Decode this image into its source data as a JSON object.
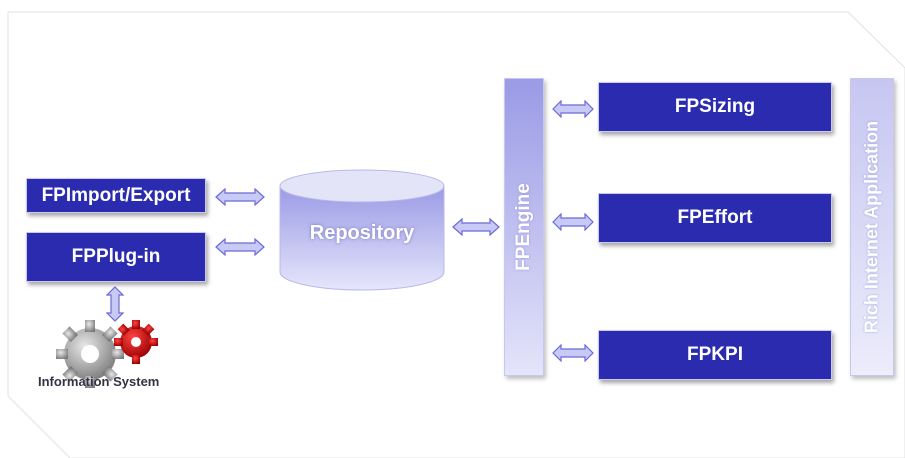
{
  "diagram": {
    "modules_left": {
      "import_export": "FPImport/Export",
      "plugin": "FPPlug-in"
    },
    "repository": "Repository",
    "engine": "FPEngine",
    "modules_right": {
      "sizing": "FPSizing",
      "effort": "FPEffort",
      "kpi": "FPKPI"
    },
    "client": "Rich Internet Application",
    "information_system": "Information System",
    "colors": {
      "module_fill": "#2b2bb0",
      "light_fill": "#d8d8f6",
      "arrow": "#7a7ae0",
      "gear_red": "#cc1111",
      "gear_gray": "#9a9a9a"
    },
    "icons": [
      "double-arrow-icon",
      "gears-icon"
    ]
  }
}
